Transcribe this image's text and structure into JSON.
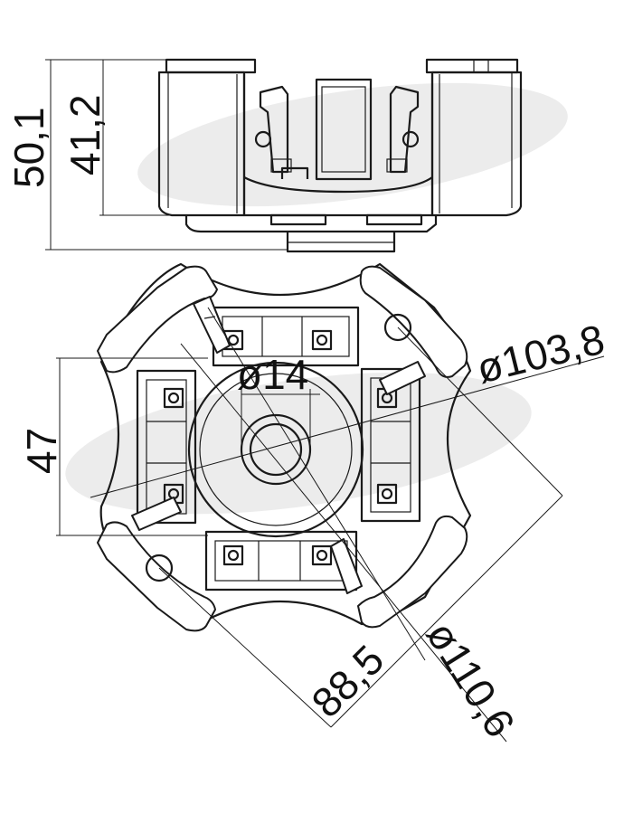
{
  "dimensions": {
    "height_total": "50,1",
    "height_body": "41,2",
    "bore_diameter": "ø14",
    "slot_width": "47",
    "circle_small": "ø103,8",
    "span": "88,5",
    "circle_large": "ø110,6"
  },
  "colors": {
    "line": "#1a1a1a",
    "background": "#ffffff",
    "watermark": "#dcdcdc"
  }
}
